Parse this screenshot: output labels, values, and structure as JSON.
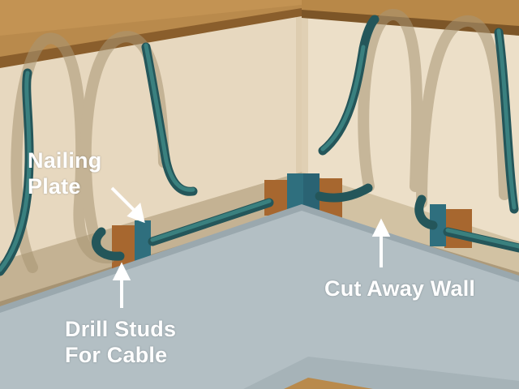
{
  "labels": {
    "nailing_plate": [
      "Nailing",
      "Plate"
    ],
    "drill_studs": [
      "Drill Studs",
      "For Cable"
    ],
    "cut_away_wall": "Cut Away Wall"
  },
  "colors": {
    "wall": "#e6d6bc",
    "ceiling_wood": "#b98a4c",
    "ceiling_dark": "#7c5527",
    "floor": "#b3bfc4",
    "stud": "#a7672f",
    "nailing_plate": "#2f6f7e",
    "cable": "#2f6f6b",
    "cable_ghost": "#9c8a6a",
    "label_text": "#ffffff"
  }
}
